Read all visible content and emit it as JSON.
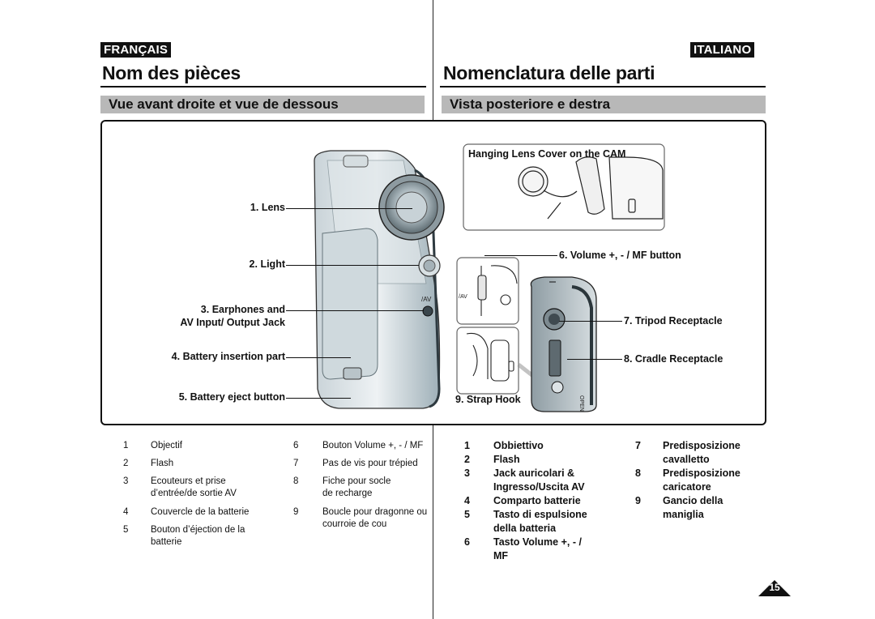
{
  "left": {
    "lang": "FRANÇAIS",
    "title": "Nom des pièces",
    "section": "Vue avant droite et vue de dessous",
    "legend": [
      {
        "n": "1",
        "text": "Objectif"
      },
      {
        "n": "2",
        "text": "Flash"
      },
      {
        "n": "3",
        "text": "Ecouteurs et prise d’entrée/de sortie AV"
      },
      {
        "n": "4",
        "text": "Couvercle de la batterie"
      },
      {
        "n": "5",
        "text": "Bouton d’éjection de la batterie"
      },
      {
        "n": "6",
        "text": "Bouton Volume +, - / MF"
      },
      {
        "n": "7",
        "text": "Pas de vis pour trépied"
      },
      {
        "n": "8",
        "text": "Fiche pour socle de recharge"
      },
      {
        "n": "9",
        "text": "Boucle pour dragonne ou courroie de cou"
      }
    ]
  },
  "right": {
    "lang": "ITALIANO",
    "title": "Nomenclatura delle parti",
    "section": "Vista posteriore e destra",
    "legend": [
      {
        "n": "1",
        "text": "Obbiettivo"
      },
      {
        "n": "2",
        "text": "Flash"
      },
      {
        "n": "3",
        "text": "Jack auricolari & Ingresso/Uscita AV"
      },
      {
        "n": "4",
        "text": "Comparto batterie"
      },
      {
        "n": "5",
        "text": "Tasto di espulsione della batteria"
      },
      {
        "n": "6",
        "text": "Tasto Volume +, - / MF"
      },
      {
        "n": "7",
        "text": "Predisposizione cavalletto"
      },
      {
        "n": "8",
        "text": "Predisposizione caricatore"
      },
      {
        "n": "9",
        "text": "Gancio della maniglia"
      }
    ]
  },
  "figure": {
    "callouts": {
      "lens": "1. Lens",
      "light": "2. Light",
      "earphones_1": "3. Earphones and",
      "earphones_2": "AV Input/ Output Jack",
      "battery_part": "4. Battery insertion part",
      "battery_eject": "5. Battery eject button",
      "volume": "6. Volume +, - / MF button",
      "tripod": "7. Tripod Receptacle",
      "cradle": "8. Cradle Receptacle",
      "strap": "9. Strap Hook"
    },
    "inset_title": "Hanging Lens Cover on the CAM",
    "device_marks": {
      "av": "/AV",
      "av2": "/AV",
      "open": "OPEN"
    }
  },
  "page_number": "15"
}
